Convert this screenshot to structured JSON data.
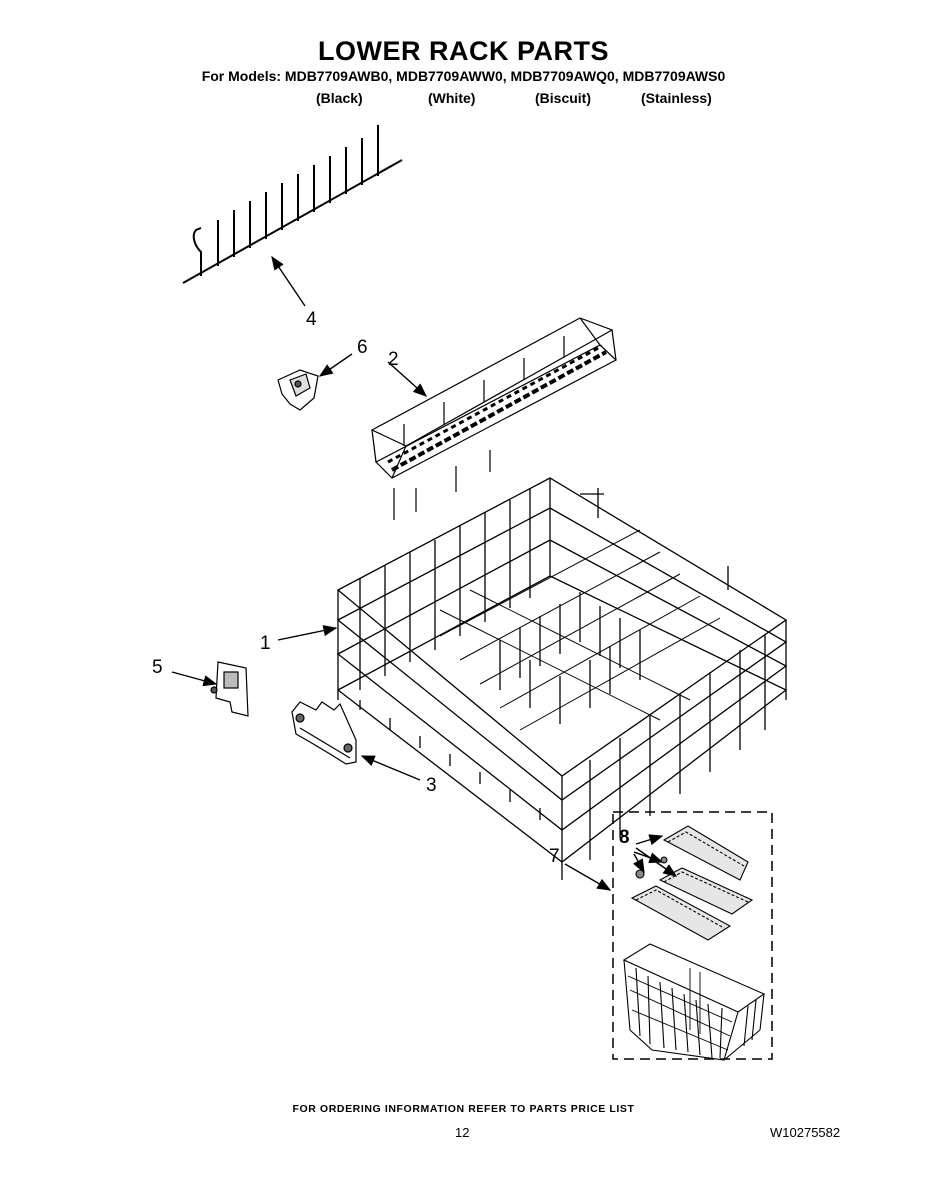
{
  "header": {
    "title": "LOWER RACK PARTS",
    "models": "For Models: MDB7709AWB0, MDB7709AWW0, MDB7709AWQ0, MDB7709AWS0",
    "variants": [
      "(Black)",
      "(White)",
      "(Biscuit)",
      "(Stainless)"
    ]
  },
  "callouts": {
    "c1": "1",
    "c2": "2",
    "c3": "3",
    "c4": "4",
    "c5": "5",
    "c6": "6",
    "c7": "7",
    "c8": "8"
  },
  "footer": {
    "ordering": "FOR ORDERING INFORMATION REFER TO PARTS PRICE LIST",
    "page_number": "12",
    "doc_number": "W10275582"
  }
}
